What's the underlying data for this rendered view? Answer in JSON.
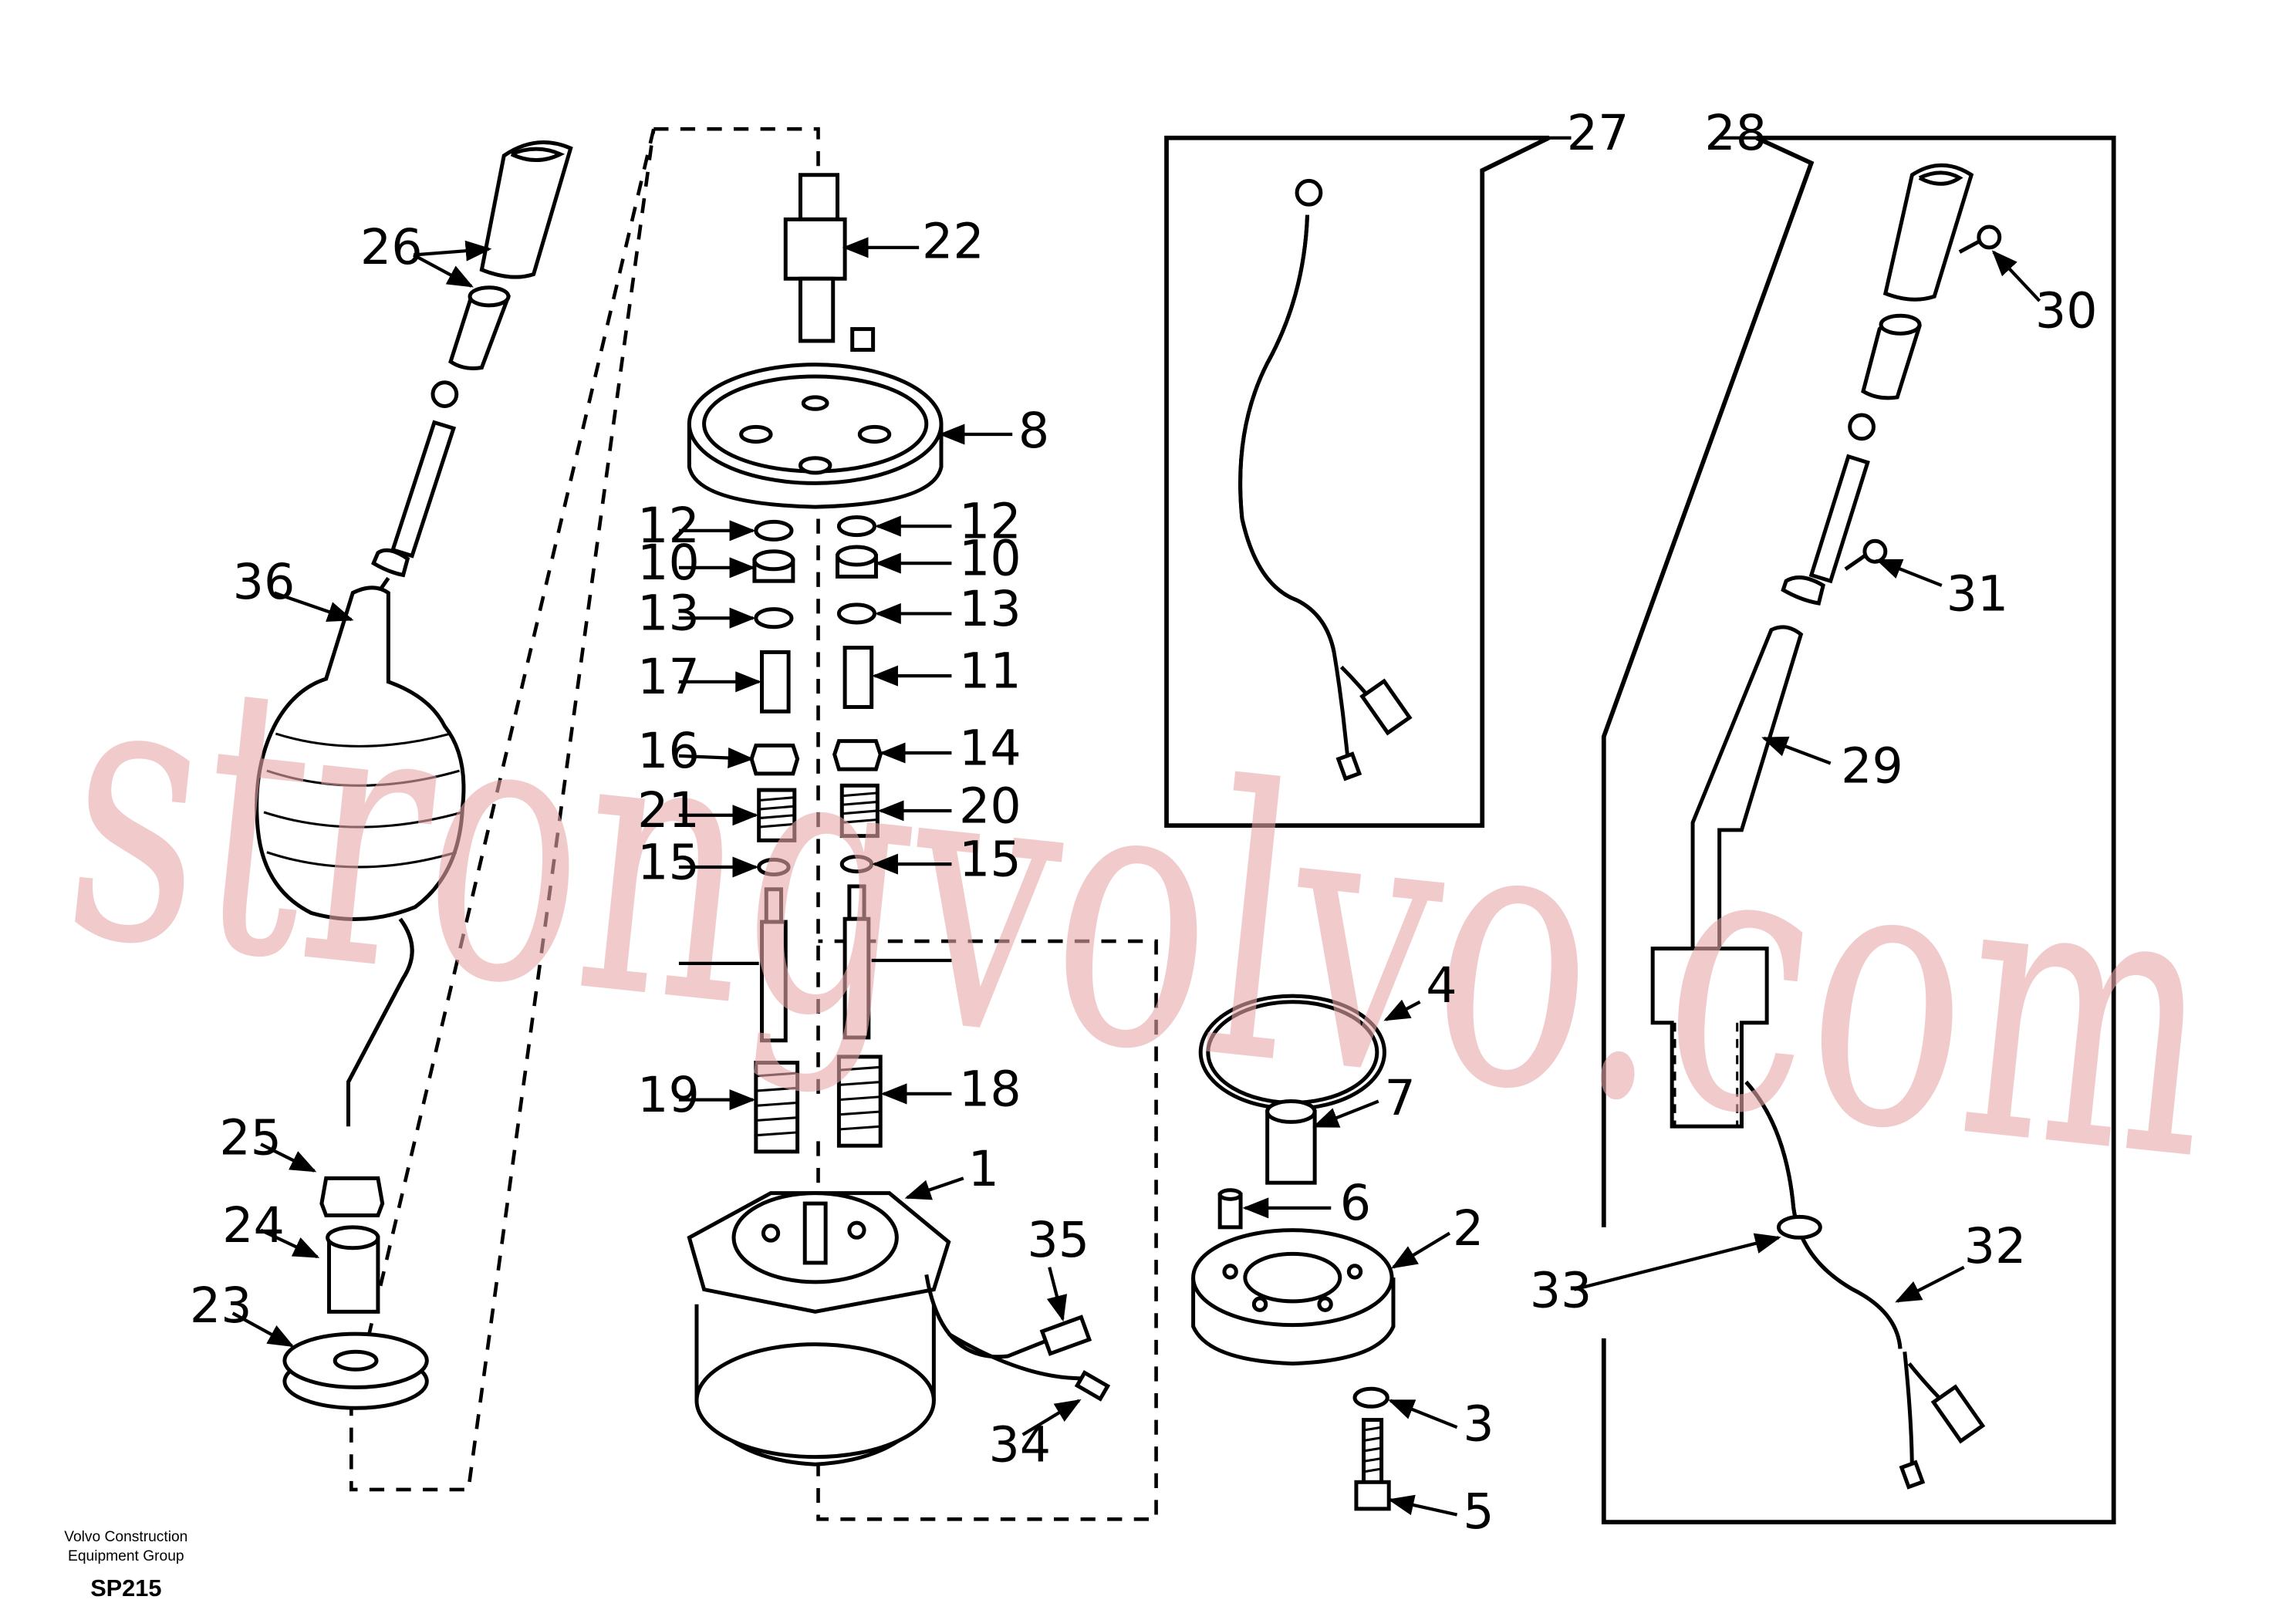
{
  "footer": {
    "company_line1": "Volvo Construction",
    "company_line2": "Equipment Group",
    "diagram_code": "SP215"
  },
  "watermark": {
    "text": "strongvolvo.com",
    "color": "#e8a8a8"
  },
  "part_labels": {
    "p1": "1",
    "p2": "2",
    "p3": "3",
    "p4": "4",
    "p5": "5",
    "p6": "6",
    "p7": "7",
    "p8": "8",
    "p10a": "10",
    "p10b": "10",
    "p11": "11",
    "p12a": "12",
    "p12b": "12",
    "p13a": "13",
    "p13b": "13",
    "p14": "14",
    "p15a": "15",
    "p15b": "15",
    "p16": "16",
    "p17": "17",
    "p18": "18",
    "p19": "19",
    "p20": "20",
    "p21": "21",
    "p22": "22",
    "p23": "23",
    "p24": "24",
    "p25": "25",
    "p26": "26",
    "p27": "27",
    "p28": "28",
    "p29": "29",
    "p30": "30",
    "p31": "31",
    "p32": "32",
    "p33": "33",
    "p34": "34",
    "p35": "35",
    "p36": "36"
  }
}
